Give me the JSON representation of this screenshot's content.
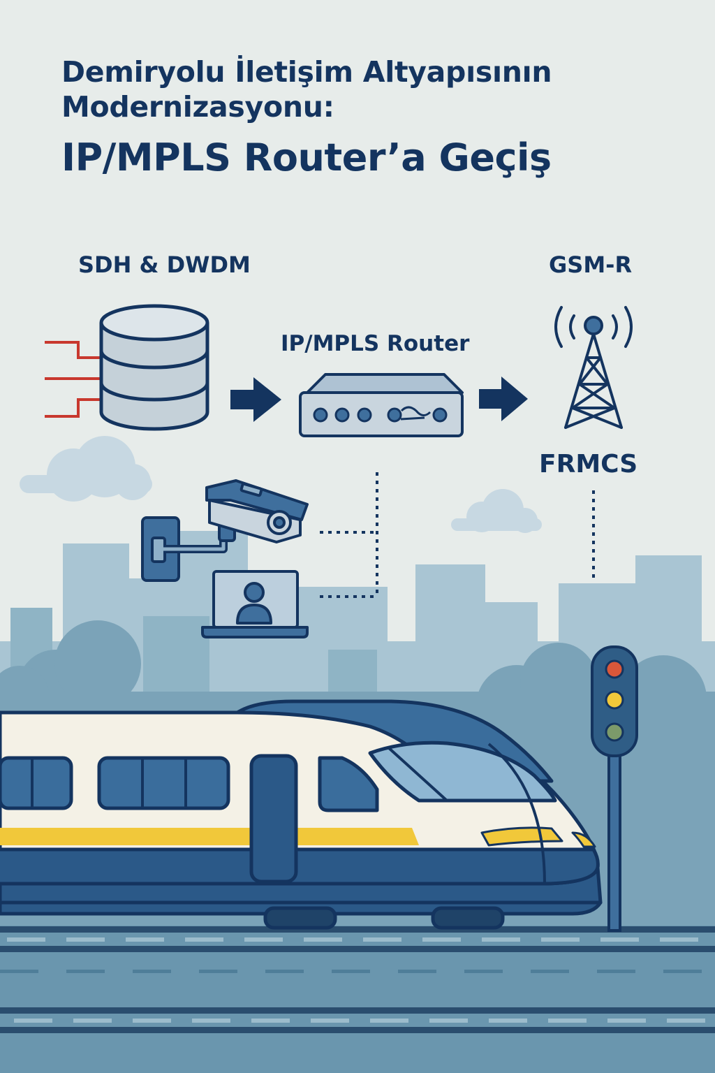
{
  "title": {
    "line1": "Demiryolu İletişim Altyapısının",
    "line2": "Modernizasyonu:",
    "line3": "IP/MPLS Router’a Geçiş"
  },
  "labels": {
    "sdh_dwdm": "SDH & DWDM",
    "ip_mpls_router": "IP/MPLS Router",
    "gsm_r": "GSM-R",
    "frmcs": "FRMCS"
  },
  "icons": {
    "legacy": "database-stack-icon",
    "router": "network-router-icon",
    "tower": "radio-tower-icon",
    "camera": "security-camera-icon",
    "monitor": "laptop-user-icon",
    "signal": "traffic-signal-icon",
    "train": "high-speed-train-illustration"
  },
  "colors": {
    "navy": "#14345f",
    "legacy_lines": "#c8382e",
    "signal_red": "#d9573a",
    "signal_yellow": "#f1c83a",
    "signal_green": "#7c9a6a",
    "train_stripe": "#f1c83a",
    "background": "#e7ecea"
  }
}
